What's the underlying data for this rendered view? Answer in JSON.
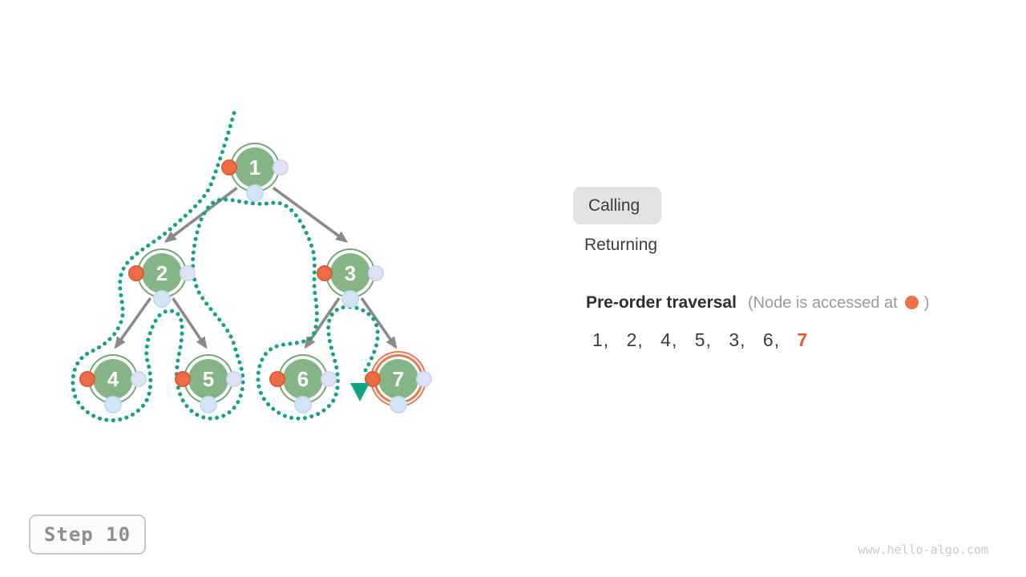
{
  "legend": {
    "calling_label": "Calling",
    "returning_label": "Returning"
  },
  "traversal_panel": {
    "title": "Pre-order traversal",
    "note_open": "(Node is accessed at",
    "note_close": ")",
    "sequence": [
      "1",
      "2",
      "4",
      "5",
      "3",
      "6"
    ],
    "current_item": "7"
  },
  "tree": {
    "nodes": [
      {
        "label": "1"
      },
      {
        "label": "2"
      },
      {
        "label": "3"
      },
      {
        "label": "4"
      },
      {
        "label": "5"
      },
      {
        "label": "6"
      },
      {
        "label": "7"
      }
    ],
    "active_node": "7"
  },
  "step_indicator": {
    "label": "Step 10"
  },
  "watermark": {
    "text": "www.hello-algo.com"
  },
  "colors": {
    "node_fill": "#85B587",
    "node_ring": "#6FA873",
    "active_ring": "#E8794E",
    "access_dot": "#EC6C45",
    "right_dot": "#DFE3F8",
    "bottom_dot": "#D2E5F6",
    "traversal_path": "#12A285",
    "edge": "#8A8A8A",
    "current_item_text": "#E85C2B"
  }
}
